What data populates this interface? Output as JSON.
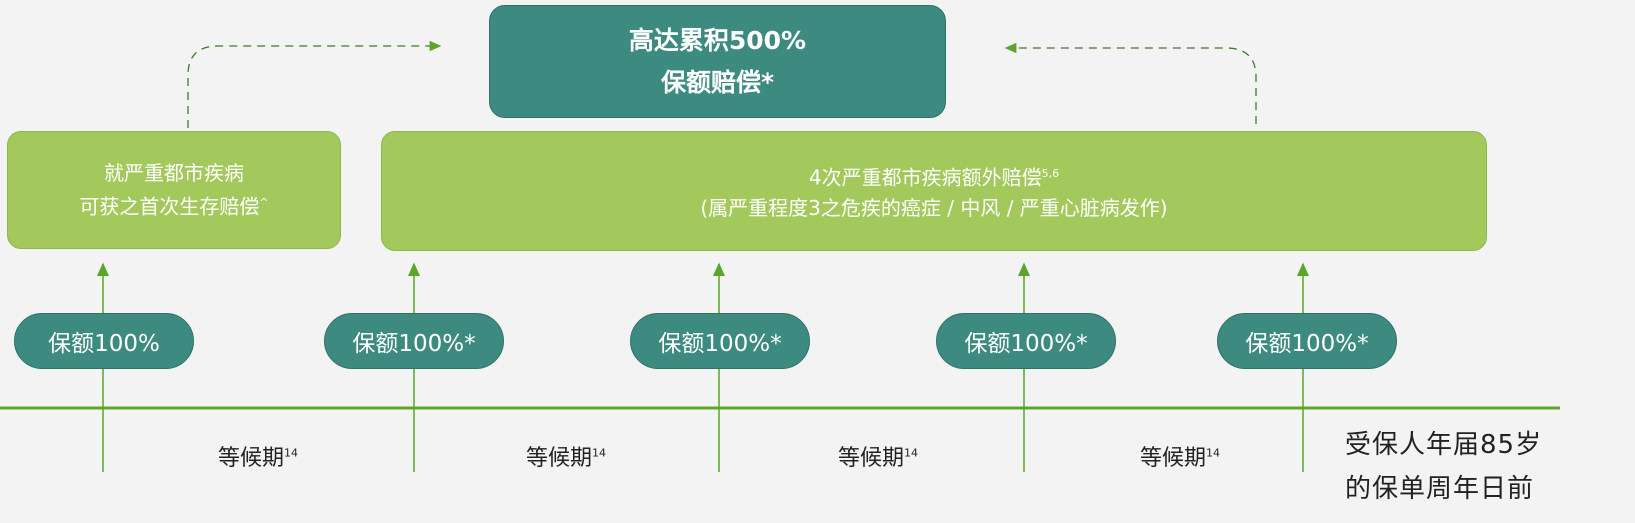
{
  "top_box": {
    "line1": "高达累积500%",
    "line2": "保额赔偿*"
  },
  "left_box": {
    "line1": "就严重都市疾病",
    "line2": "可获之首次生存赔偿",
    "sup": "^"
  },
  "right_box": {
    "line1": "4次严重都市疾病额外赔偿",
    "sup": "5,6",
    "line2": "(属严重程度3之危疾的癌症 / 中风 / 严重心脏病发作)"
  },
  "pills": [
    "保额100%",
    "保额100%*",
    "保额100%*",
    "保额100%*",
    "保额100%*"
  ],
  "waiting": {
    "label": "等候期",
    "sup": "14"
  },
  "end_label": {
    "line1": "受保人年届85岁",
    "line2": "的保单周年日前"
  },
  "colors": {
    "teal": "#3d8b80",
    "green": "#a3c95c",
    "line": "#5aa52a"
  }
}
